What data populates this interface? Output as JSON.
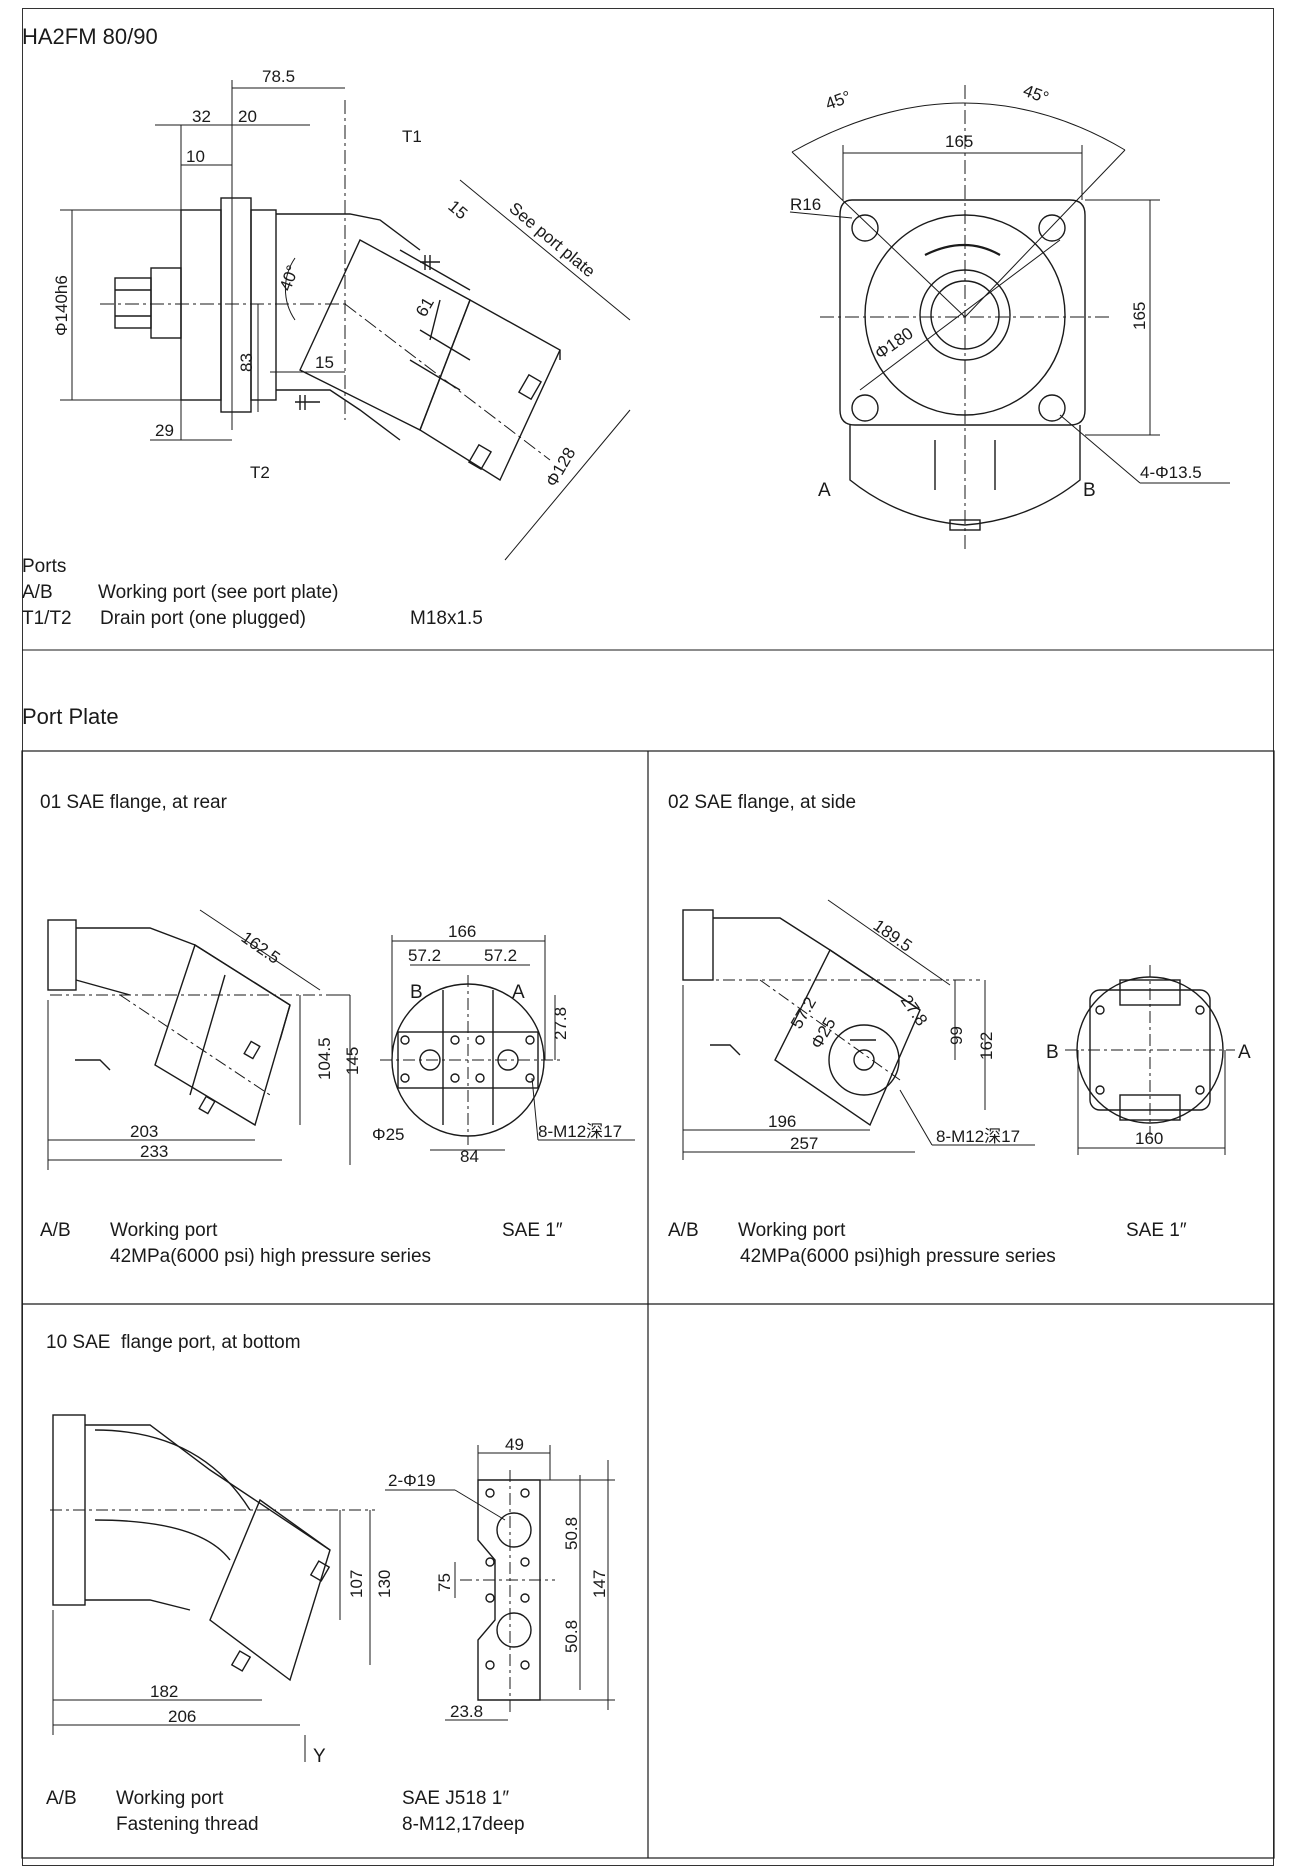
{
  "header": {
    "title": "HA2FM 80/90"
  },
  "top_left": {
    "dims": {
      "d78": "78.5",
      "d32": "32",
      "d20": "20",
      "d10": "10",
      "d140": "Φ140h6",
      "d83": "83",
      "d15a": "15",
      "d29": "29",
      "d40": "40°",
      "d15b": "15",
      "d61": "61",
      "d128": "Φ128",
      "t1": "T1",
      "t2": "T2",
      "port_plate": "See port plate"
    }
  },
  "top_right": {
    "dims": {
      "a45l": "45°",
      "a45r": "45°",
      "d165h": "165",
      "d165v": "165",
      "r16": "R16",
      "d180": "Φ180",
      "holes": "4-Φ13.5",
      "labelA": "A",
      "labelB": "B"
    }
  },
  "ports": {
    "heading": "Ports",
    "rows": [
      {
        "code": "A/B",
        "desc": "Working port (see port plate)",
        "spec": ""
      },
      {
        "code": "T1/T2",
        "desc": "Drain port (one plugged)",
        "spec": "M18x1.5"
      }
    ]
  },
  "port_plate": {
    "heading": "Port Plate",
    "cell01": {
      "title": "01 SAE flange, at rear",
      "dims": {
        "d162": "162.5",
        "d104": "104.5",
        "d145": "145",
        "d203": "203",
        "d233": "233",
        "d166": "166",
        "d57a": "57.2",
        "d57b": "57.2",
        "d27": "27.8",
        "d25": "Φ25",
        "d84": "84",
        "thread": "8-M12深17",
        "B": "B",
        "A": "A"
      },
      "code": "A/B",
      "desc1": "Working port",
      "desc2": "42MPa(6000 psi) high pressure series",
      "spec": "SAE 1″"
    },
    "cell02": {
      "title": "02 SAE flange, at side",
      "dims": {
        "d189": "189.5",
        "d27": "27.8",
        "d57": "57.2",
        "d25": "Φ25",
        "d99": "99",
        "d162": "162",
        "d196": "196",
        "d257": "257",
        "thread": "8-M12深17",
        "d160": "160",
        "B": "B",
        "A": "A"
      },
      "code": "A/B",
      "desc1": "Working port",
      "desc2": "42MPa(6000 psi)high pressure series",
      "spec": "SAE 1″"
    },
    "cell10": {
      "title": "10 SAE  flange port, at bottom",
      "dims": {
        "d49": "49",
        "holes": "2-Φ19",
        "d50a": "50.8",
        "d50b": "50.8",
        "d75": "75",
        "d147": "147",
        "d23": "23.8",
        "d107": "107",
        "d130": "130",
        "d182": "182",
        "d206": "206",
        "Y": "Y"
      },
      "code": "A/B",
      "desc1": "Working port",
      "desc2": "Fastening thread",
      "spec1": "SAE J518 1″",
      "spec2": "8-M12,17deep"
    }
  }
}
